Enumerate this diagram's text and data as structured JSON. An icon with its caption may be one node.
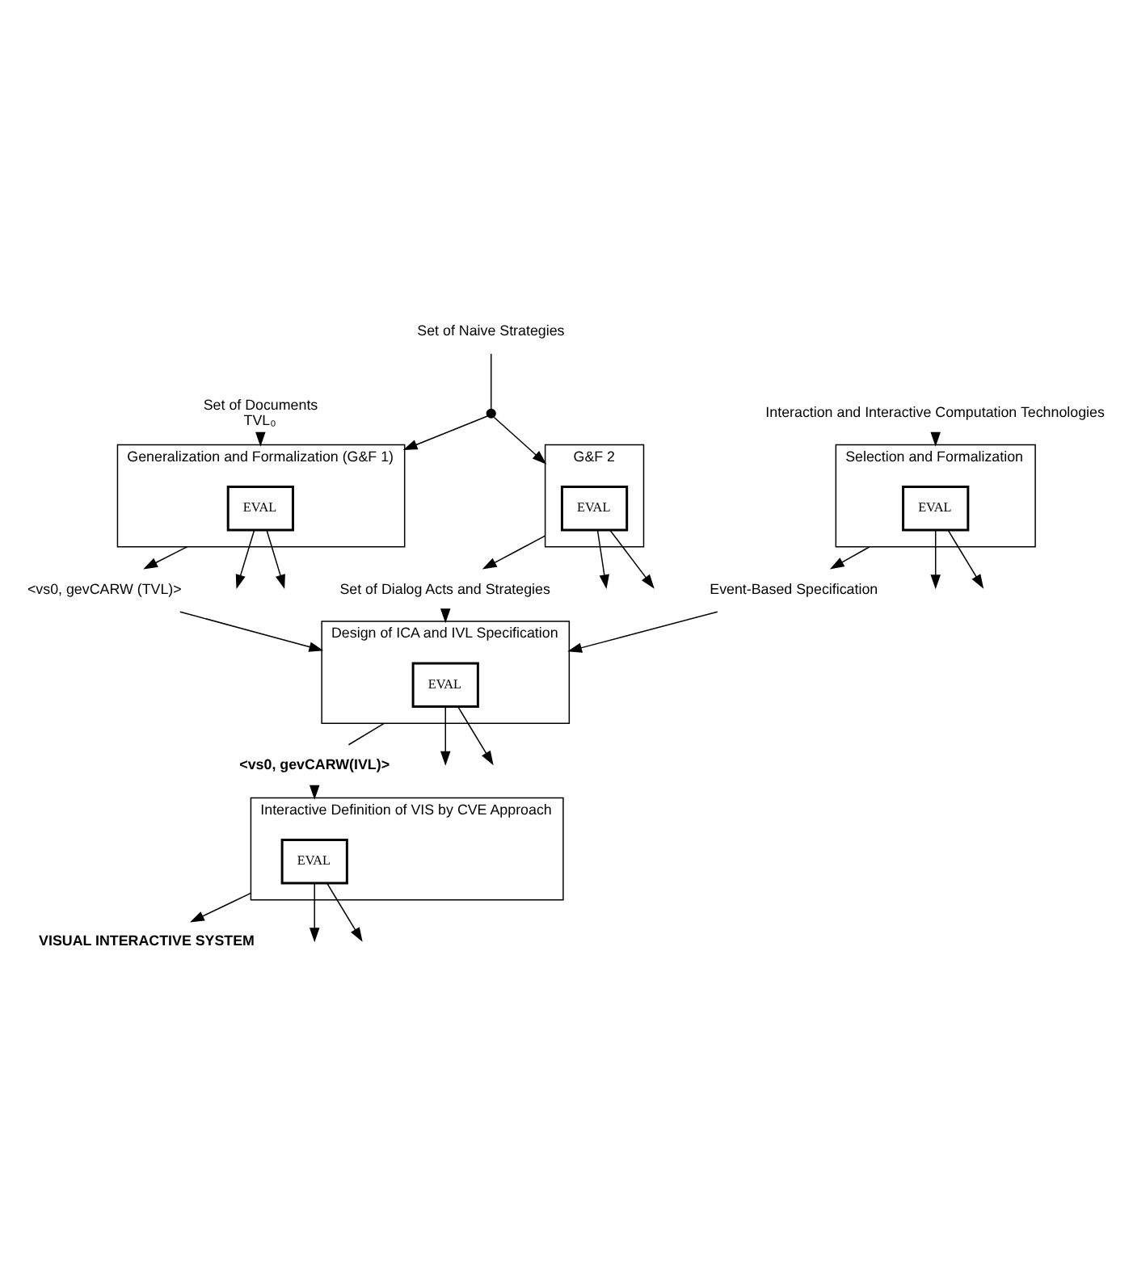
{
  "diagram": {
    "nodes": [
      {
        "text": [
          "Set of Documents",
          "TVL₀"
        ]
      },
      {
        "text": [
          "Set of Naive Strategies"
        ]
      },
      {
        "text": [
          "Interaction and Interactive Computation Technologies"
        ]
      },
      {
        "text": [],
        "shape": "circle"
      },
      {
        "text": [
          "Generalization and Formalization (G&F 1)"
        ]
      },
      {
        "text": [
          "EVAL"
        ],
        "in": 4
      },
      {
        "text": [
          "G&F 2"
        ]
      },
      {
        "text": [
          "EVAL"
        ],
        "in": 6
      },
      {
        "text": [
          "Selection and Formalization"
        ]
      },
      {
        "text": [
          "EVAL"
        ],
        "in": 8
      },
      {
        "text": [
          "<vs0, gevCARW (TVL)>"
        ]
      },
      {
        "text": [
          "Set of Dialog Acts and Strategies"
        ]
      },
      {
        "text": [
          "Event-Based Specification"
        ]
      },
      {
        "text": [
          "Design of ICA and IVL Specification"
        ]
      },
      {
        "text": [
          "EVAL"
        ],
        "in": 13
      },
      {
        "text": [
          "<vs0, gevCARW(IVL)>"
        ]
      },
      {
        "text": [
          "Interactive Definition of VIS by CVE Approach"
        ]
      },
      {
        "text": [
          "EVAL"
        ],
        "in": 16
      },
      {
        "text": [
          "VISUAL INTERACTIVE SYSTEM"
        ]
      }
    ],
    "edges": [
      {
        "from": 0,
        "to": 4,
        "arrow": "to"
      },
      {
        "from": 1,
        "to": 3,
        "arrow": "none"
      },
      {
        "from": 3,
        "to": 4,
        "arrow": "to"
      },
      {
        "from": 3,
        "to": 6,
        "arrow": "to"
      },
      {
        "from": 2,
        "to": 8,
        "arrow": "to"
      },
      {
        "from": 5,
        "to": null,
        "arrow": "to"
      },
      {
        "from": 5,
        "to": null,
        "arrow": "to"
      },
      {
        "from": 4,
        "to": 10,
        "arrow": "to"
      },
      {
        "from": 7,
        "to": null,
        "arrow": "to"
      },
      {
        "from": 7,
        "to": null,
        "arrow": "to"
      },
      {
        "from": 6,
        "to": 11,
        "arrow": "to"
      },
      {
        "from": 9,
        "to": null,
        "arrow": "to"
      },
      {
        "from": 9,
        "to": null,
        "arrow": "to"
      },
      {
        "from": 8,
        "to": 12,
        "arrow": "to"
      },
      {
        "from": 10,
        "to": 13,
        "arrow": "to"
      },
      {
        "from": 11,
        "to": 13,
        "arrow": "to"
      },
      {
        "from": 12,
        "to": 13,
        "arrow": "to"
      },
      {
        "from": 14,
        "to": null,
        "arrow": "to"
      },
      {
        "from": 14,
        "to": null,
        "arrow": "to"
      },
      {
        "from": 13,
        "to": 15,
        "arrow": "none"
      },
      {
        "from": 15,
        "to": 16,
        "arrow": "to"
      },
      {
        "from": 17,
        "to": null,
        "arrow": "to"
      },
      {
        "from": 17,
        "to": null,
        "arrow": "to"
      },
      {
        "from": 16,
        "to": 18,
        "arrow": "to"
      }
    ]
  }
}
